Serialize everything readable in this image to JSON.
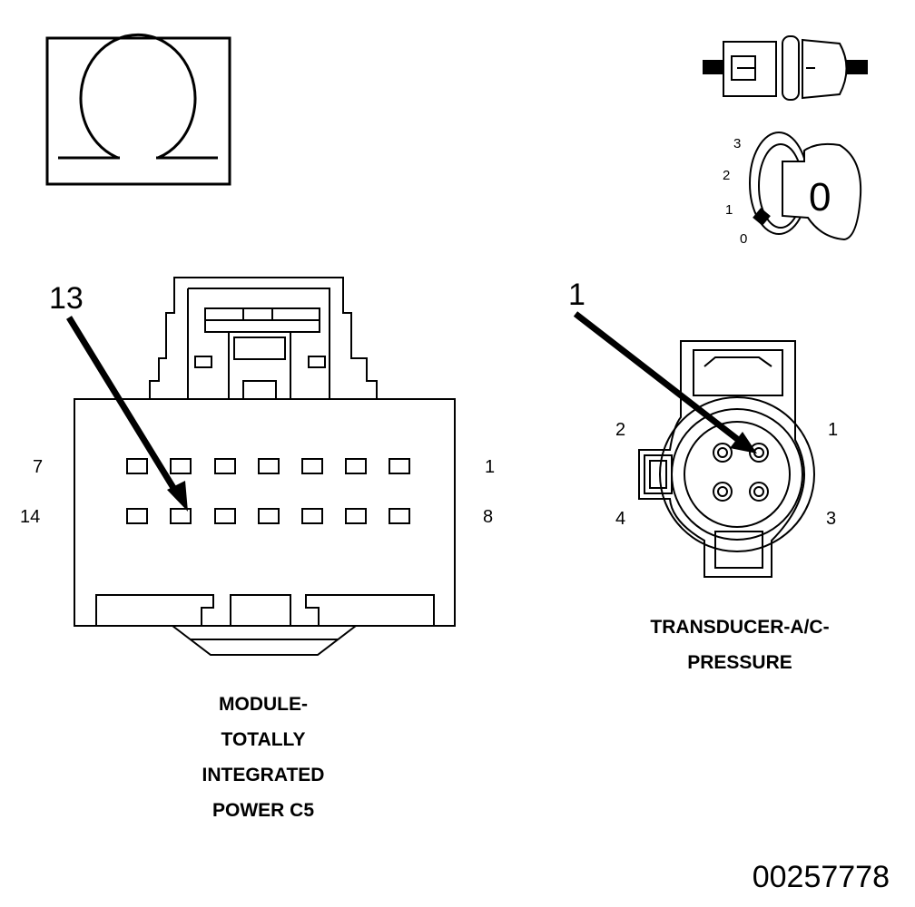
{
  "ohmmeter_symbol": {
    "icon": "ohm-symbol-icon"
  },
  "connector_icon": {
    "icon": "connector-disconnected-icon"
  },
  "ignition_key": {
    "icon": "ignition-key-icon",
    "positions": [
      "3",
      "2",
      "1",
      "0"
    ],
    "key_label": "0"
  },
  "module_connector": {
    "callout": "13",
    "row1_left": "7",
    "row1_right": "1",
    "row2_left": "14",
    "row2_right": "8",
    "caption_lines": [
      "MODULE-",
      "TOTALLY",
      "INTEGRATED",
      "POWER C5"
    ]
  },
  "transducer_connector": {
    "callout": "1",
    "pins": {
      "top_left": "2",
      "top_right": "1",
      "bottom_left": "4",
      "bottom_right": "3"
    },
    "caption_lines": [
      "TRANSDUCER-A/C-",
      "PRESSURE"
    ]
  },
  "document_id": "00257778"
}
